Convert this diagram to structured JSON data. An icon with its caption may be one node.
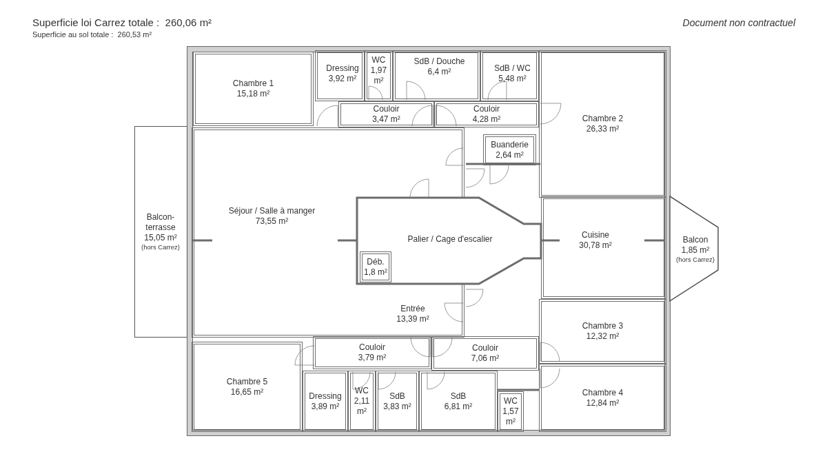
{
  "diagram": {
    "nodes": [
      {
        "text": [
          "Chambre 1",
          "15,18 m²"
        ]
      },
      {
        "text": [
          "Dressing",
          "3,92 m²"
        ]
      },
      {
        "text": [
          "WC",
          "1,97 m²"
        ]
      },
      {
        "text": [
          "SdB / Douche",
          "6,4 m²"
        ]
      },
      {
        "text": [
          "SdB / WC",
          "5,48 m²"
        ]
      },
      {
        "text": [
          "Chambre 2",
          "26,33 m²"
        ]
      },
      {
        "text": [
          "Couloir",
          "3,47 m²"
        ]
      },
      {
        "text": [
          "Couloir",
          "4,28 m²"
        ]
      },
      {
        "text": [
          "Buanderie",
          "2,64 m²"
        ]
      },
      {
        "text": [
          "Balcon-terrasse",
          "15,05 m²",
          "(hors Carrez)"
        ]
      },
      {
        "text": [
          "Séjour / Salle à manger",
          "73,55 m²"
        ]
      },
      {
        "text": [
          "Palier / Cage d'escalier"
        ]
      },
      {
        "text": [
          "Déb.",
          "1,8 m²"
        ]
      },
      {
        "text": [
          "Cuisine",
          "30,78 m²"
        ]
      },
      {
        "text": [
          "Balcon",
          "1,85 m²",
          "(hors Carrez)"
        ]
      },
      {
        "text": [
          "Entrée",
          "13,39 m²"
        ],
        "in": 10
      },
      {
        "text": [
          "Chambre 3",
          "12,32 m²"
        ]
      },
      {
        "text": [
          "Couloir",
          "3,79 m²"
        ]
      },
      {
        "text": [
          "Couloir",
          "7,06 m²"
        ]
      },
      {
        "text": [
          "Chambre 5",
          "16,65 m²"
        ]
      },
      {
        "text": [
          "Chambre 4",
          "12,84 m²"
        ]
      },
      {
        "text": [
          "Dressing",
          "3,89 m²"
        ]
      },
      {
        "text": [
          "WC",
          "2,11 m²"
        ]
      },
      {
        "text": [
          "SdB",
          "3,83 m²"
        ]
      },
      {
        "text": [
          "SdB",
          "6,81 m²"
        ]
      },
      {
        "text": [
          "WC",
          "1,57 m²"
        ]
      }
    ],
    "labels": [
      "Superficie loi Carrez totale :  260,06 m²",
      "Superficie au sol totale :  260,53 m²",
      "Document non contractuel"
    ]
  }
}
